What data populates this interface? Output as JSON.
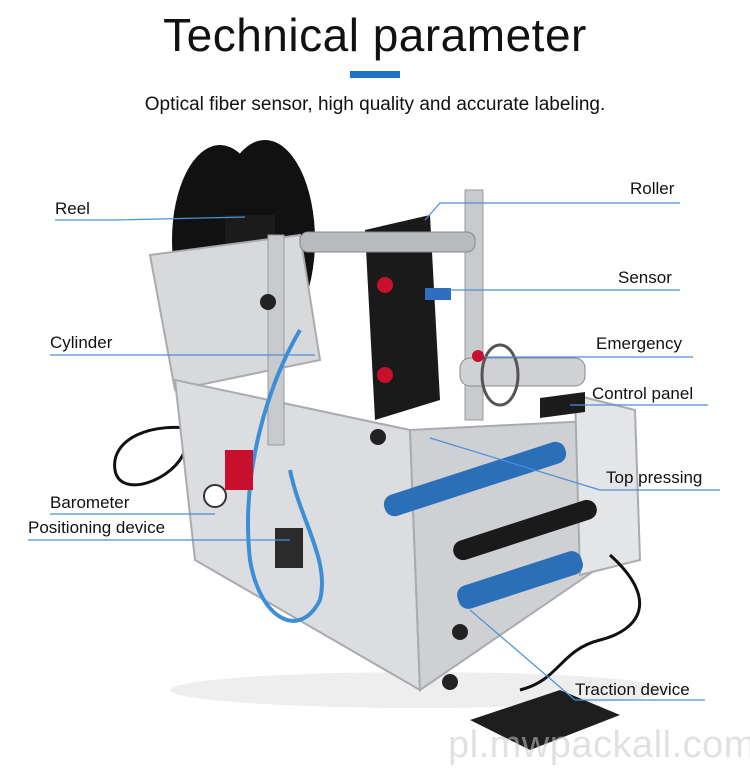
{
  "header": {
    "title": "Technical parameter",
    "subtitle": "Optical fiber sensor, high quality and accurate labeling.",
    "accent_color": "#1e73c8"
  },
  "labels": {
    "reel": "Reel",
    "roller": "Roller",
    "sensor": "Sensor",
    "cylinder": "Cylinder",
    "emergency": "Emergency",
    "control_panel": "Control panel",
    "top_pressing": "Top pressing",
    "barometer": "Barometer",
    "positioning_device": "Positioning device",
    "traction_device": "Traction device"
  },
  "watermark": "pl.mwpackall.com",
  "colors": {
    "leader_line": "#4a90d9",
    "machine_frame": "#d8d9db",
    "reel_disc": "#111111",
    "roller_blue": "#2a6fb8",
    "air_tube": "#3c8fd6"
  }
}
